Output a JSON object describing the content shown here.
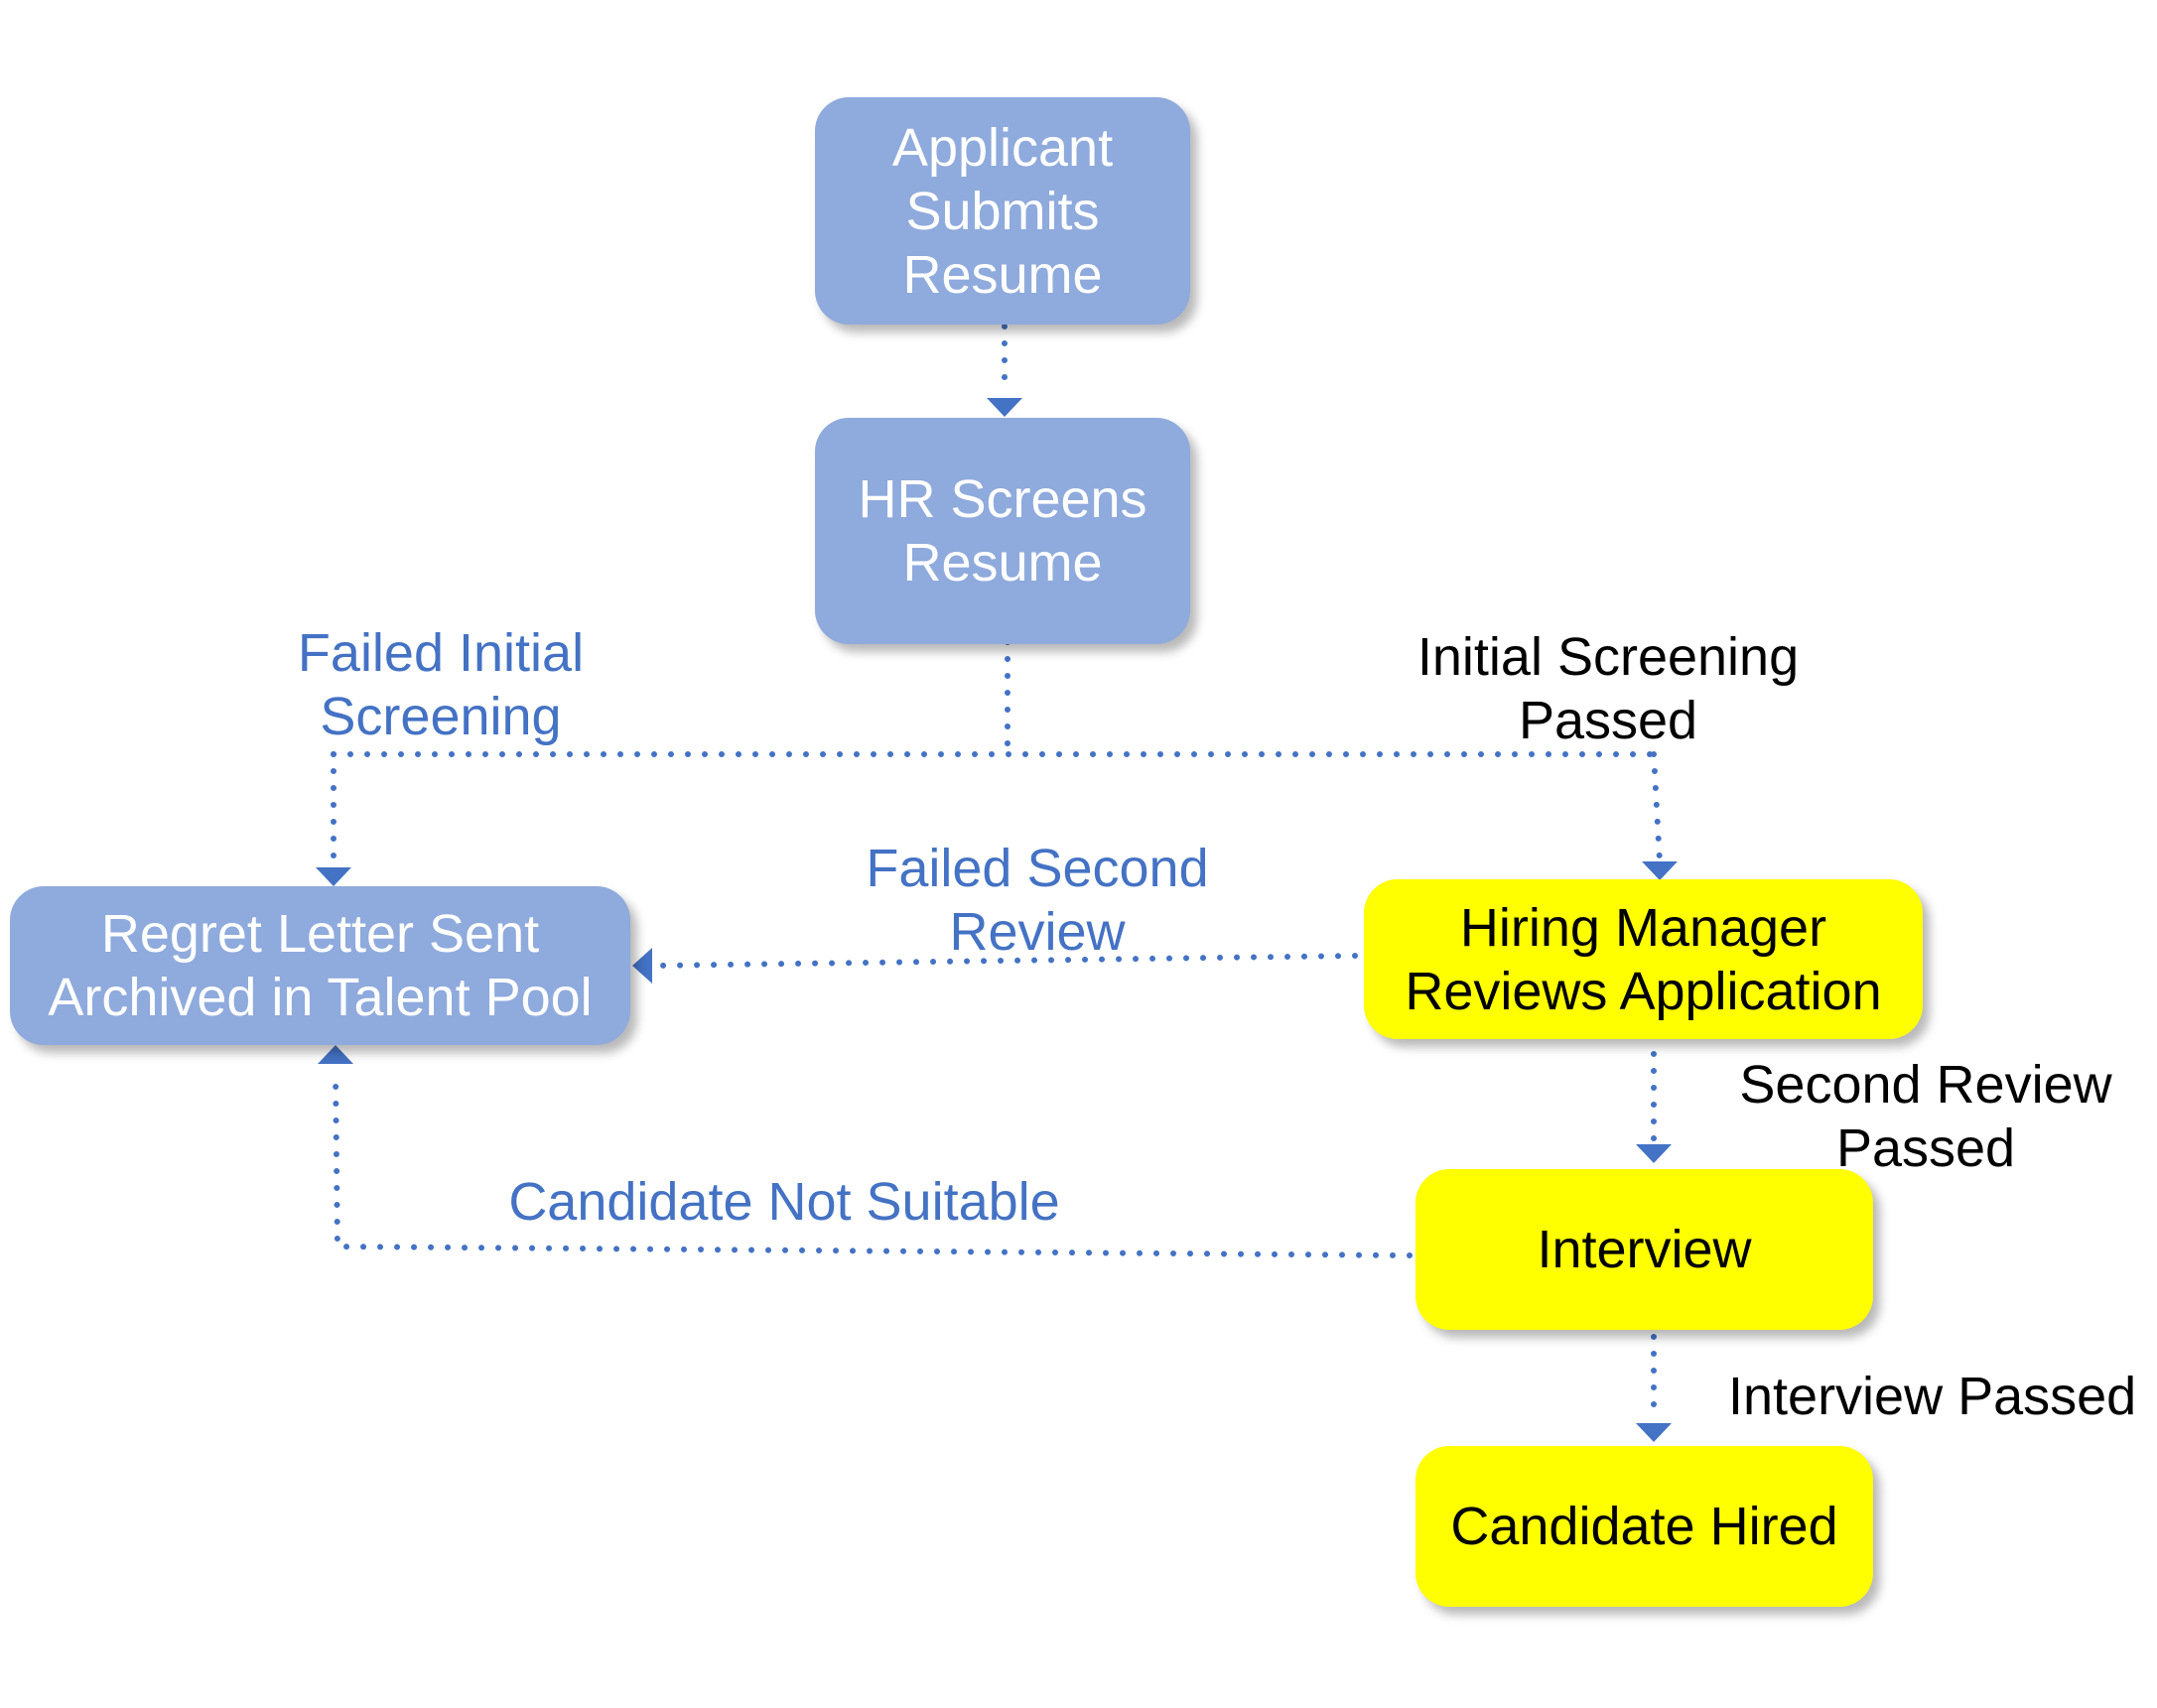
{
  "colors": {
    "process_blue": "#8faadc",
    "decision_yellow": "#ffff00",
    "connector_blue": "#4472c4",
    "rejection_label": "#4472c4",
    "success_label": "#000000"
  },
  "nodes": {
    "applicant_submits": "Applicant\nSubmits\nResume",
    "hr_screens": "HR Screens\nResume",
    "regret_letter": "Regret Letter Sent\nArchived in Talent Pool",
    "hiring_manager": "Hiring Manager\nReviews Application",
    "interview": "Interview",
    "candidate_hired": "Candidate Hired"
  },
  "edges": {
    "failed_initial": "Failed Initial\nScreening",
    "initial_passed": "Initial Screening\nPassed",
    "failed_second": "Failed Second\nReview",
    "second_passed": "Second Review\nPassed",
    "not_suitable": "Candidate Not Suitable",
    "interview_passed": "Interview Passed"
  }
}
